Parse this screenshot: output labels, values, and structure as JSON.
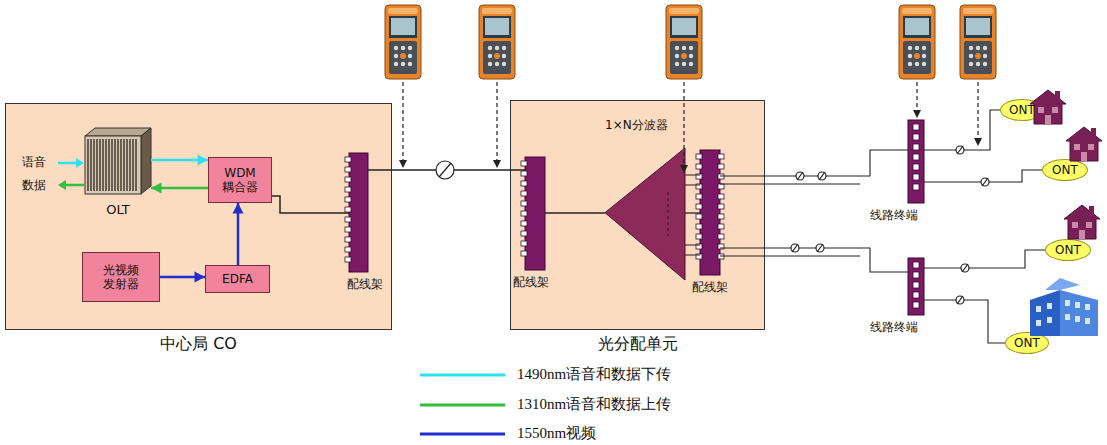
{
  "diagram": {
    "nodes": [
      {
        "text": [
          "中心局 CO"
        ]
      },
      {
        "text": [
          "OLT"
        ],
        "in": 0
      },
      {
        "text": [
          "WDM 耦合器"
        ],
        "in": 0
      },
      {
        "text": [
          "光视频 发射器"
        ],
        "in": 0
      },
      {
        "text": [
          "EDFA"
        ],
        "in": 0
      },
      {
        "text": [
          "配线架"
        ],
        "in": 0
      },
      {
        "text": [
          "光分配单元"
        ]
      },
      {
        "text": [
          "配线架"
        ],
        "in": 6
      },
      {
        "text": [
          "1×N分波器"
        ],
        "in": 6
      },
      {
        "text": [
          "配线架"
        ],
        "in": 6
      },
      {
        "text": [
          "线路终端"
        ]
      },
      {
        "text": [
          "线路终端"
        ]
      },
      {
        "text": [
          "ONT"
        ]
      },
      {
        "text": [
          "ONT"
        ]
      },
      {
        "text": [
          "ONT"
        ]
      },
      {
        "text": [
          "ONT"
        ]
      }
    ],
    "edges": [
      {
        "from": 1,
        "to": 2,
        "arrow": "to"
      },
      {
        "from": 2,
        "to": 1,
        "arrow": "to"
      },
      {
        "from": 3,
        "to": 4,
        "arrow": "to"
      },
      {
        "from": 4,
        "to": 2,
        "arrow": "to"
      },
      {
        "from": 2,
        "to": 5,
        "arrow": "none"
      },
      {
        "from": 5,
        "to": 7,
        "arrow": "none"
      },
      {
        "from": 7,
        "to": 8,
        "arrow": "none"
      },
      {
        "from": 8,
        "to": 9,
        "arrow": "none"
      },
      {
        "from": 9,
        "to": 10,
        "arrow": "none"
      },
      {
        "from": 9,
        "to": 11,
        "arrow": "none"
      },
      {
        "from": 10,
        "to": 12,
        "arrow": "none"
      },
      {
        "from": 10,
        "to": 13,
        "arrow": "none"
      },
      {
        "from": 11,
        "to": 14,
        "arrow": "none"
      },
      {
        "from": 11,
        "to": 15,
        "arrow": "none"
      }
    ],
    "labels": [
      "语音",
      "数据"
    ],
    "legend": [
      {
        "text": "1490nm语音和数据下传"
      },
      {
        "text": "1310nm语音和数据上传"
      },
      {
        "text": "1550nm视频"
      }
    ]
  }
}
